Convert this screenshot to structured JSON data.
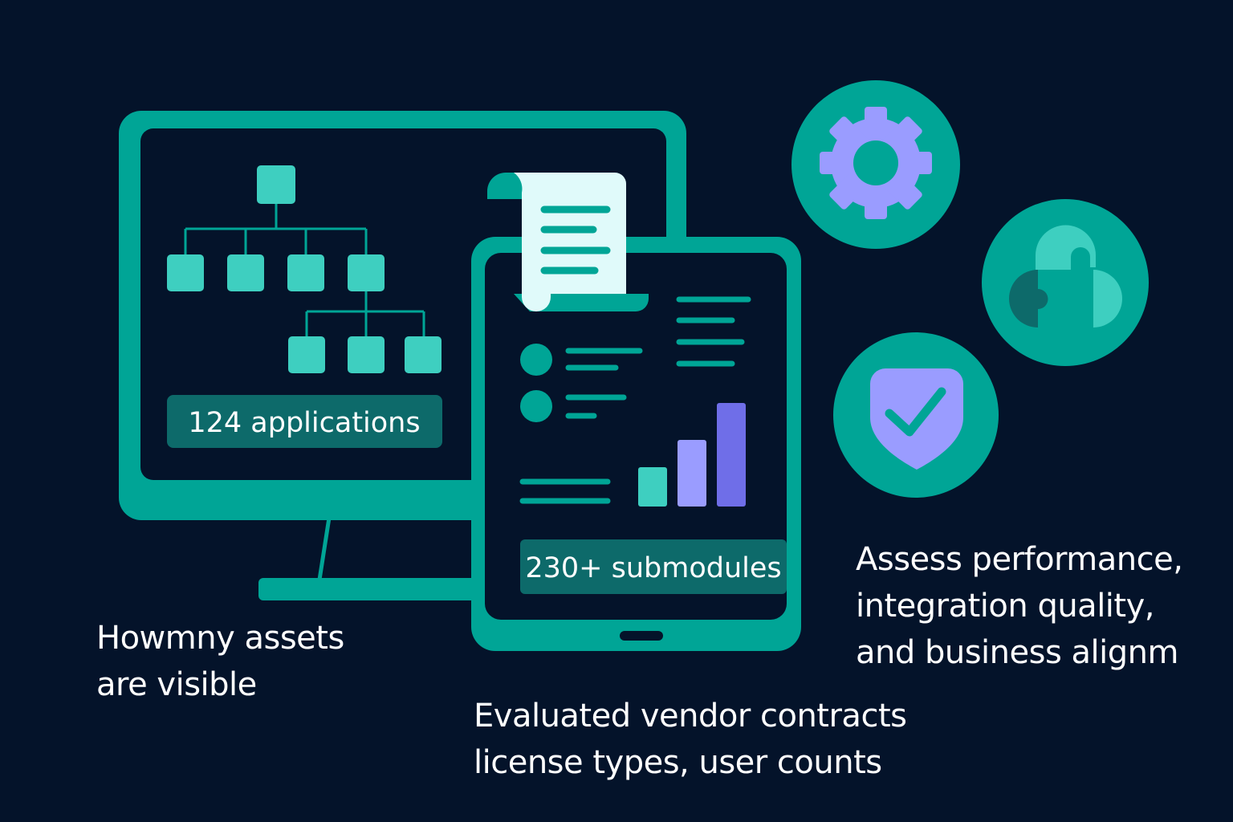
{
  "monitor": {
    "badge": "124 applications"
  },
  "tablet": {
    "badge": "230+ submodules"
  },
  "captions": {
    "assets_line1": "Howmny assets",
    "assets_line2": "are visible",
    "assess_line1": "Assess performance,",
    "assess_line2": "integration quality,",
    "assess_line3": "and business alignm",
    "vendor_line1": "Evaluated vendor contracts",
    "vendor_line2": "license types, user counts"
  },
  "icons": [
    "gear-icon",
    "puzzle-icon",
    "shield-check-icon",
    "document-scroll-icon",
    "bar-chart-icon",
    "hierarchy-tree-icon"
  ],
  "colors": {
    "background": "#04132a",
    "teal": "#00a596",
    "light_teal": "#3ecfc0",
    "dark_teal": "#0d6a6a",
    "purple": "#9a9cff",
    "indigo": "#6f6ee8",
    "paper": "#e0fafa"
  }
}
